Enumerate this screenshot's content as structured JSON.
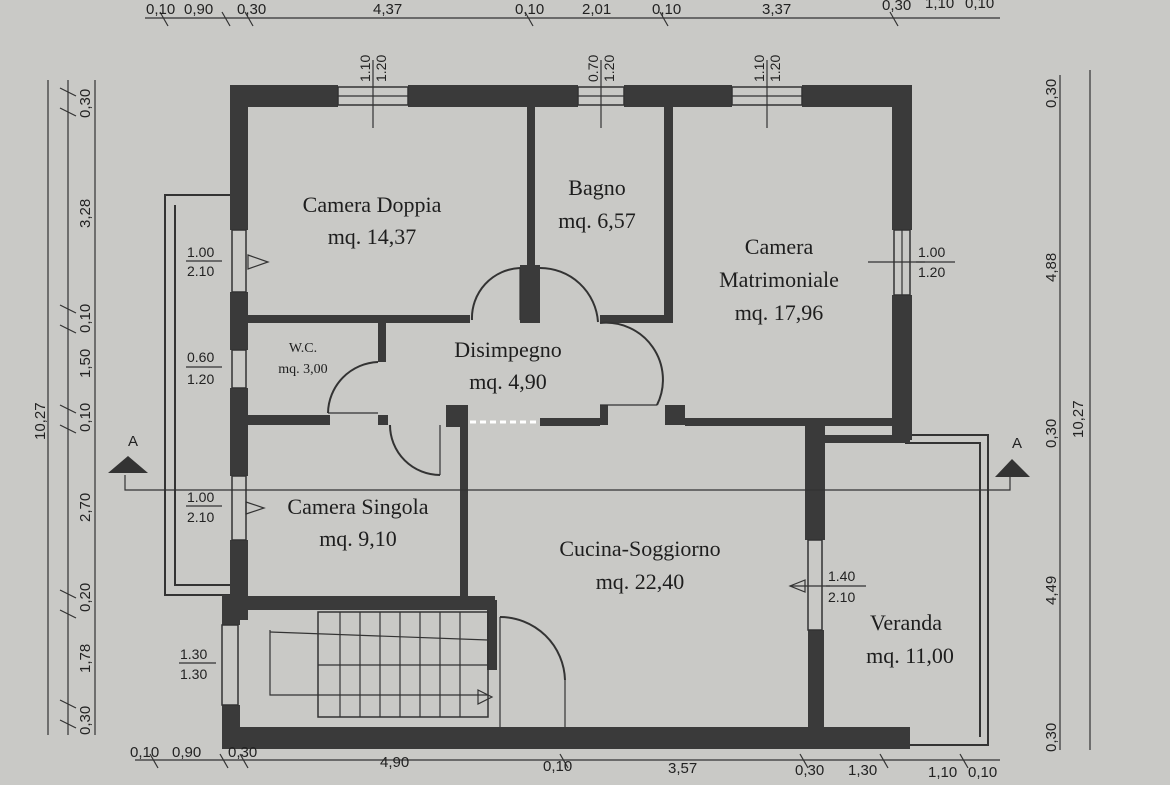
{
  "rooms": {
    "camera_doppia": {
      "name": "Camera Doppia",
      "area": "mq. 14,37"
    },
    "bagno": {
      "name": "Bagno",
      "area": "mq. 6,57"
    },
    "camera_matrimoniale": {
      "name1": "Camera",
      "name2": "Matrimoniale",
      "area": "mq. 17,96"
    },
    "wc": {
      "name": "W.C.",
      "area": "mq. 3,00"
    },
    "disimpegno": {
      "name": "Disimpegno",
      "area": "mq. 4,90"
    },
    "camera_singola": {
      "name": "Camera Singola",
      "area": "mq. 9,10"
    },
    "cucina_soggiorno": {
      "name": "Cucina-Soggiorno",
      "area": "mq. 22,40"
    },
    "veranda": {
      "name": "Veranda",
      "area": "mq. 11,00"
    }
  },
  "openings": {
    "doppia_window": {
      "w": "1.00",
      "h": "2.10"
    },
    "wc_window": {
      "w": "0.60",
      "h": "1.20"
    },
    "singola_window": {
      "w": "1.00",
      "h": "2.10"
    },
    "stair_window": {
      "w": "1.30",
      "h": "1.30"
    },
    "matrimoniale_window": {
      "w": "1.00",
      "h": "1.20"
    },
    "cucina_door": {
      "w": "1.40",
      "h": "2.10"
    },
    "top_window_1": {
      "w": "1.10",
      "h": "1.20"
    },
    "top_window_2": {
      "w": "0.70",
      "h": "1.20"
    },
    "top_window_3": {
      "w": "1.10",
      "h": "1.20"
    }
  },
  "dimensions": {
    "top": [
      "0,10",
      "0,90",
      "0,30",
      "4,37",
      "0,10",
      "2,01",
      "0,10",
      "3,37",
      "0,30",
      "1,10",
      "0,10"
    ],
    "bottom": [
      "0,10",
      "0,90",
      "0,30",
      "4,90",
      "0,10",
      "3,57",
      "0,30",
      "1,30",
      "1,10",
      "0,10"
    ],
    "left": [
      "0,30",
      "3,28",
      "0,10",
      "1,50",
      "0,10",
      "2,70",
      "0,20",
      "1,78",
      "0,30"
    ],
    "left_total": "10,27",
    "right": [
      "0,30",
      "4,88",
      "0,30",
      "4,49",
      "0,30"
    ],
    "right_total": "10,27"
  },
  "section_marker": "A"
}
